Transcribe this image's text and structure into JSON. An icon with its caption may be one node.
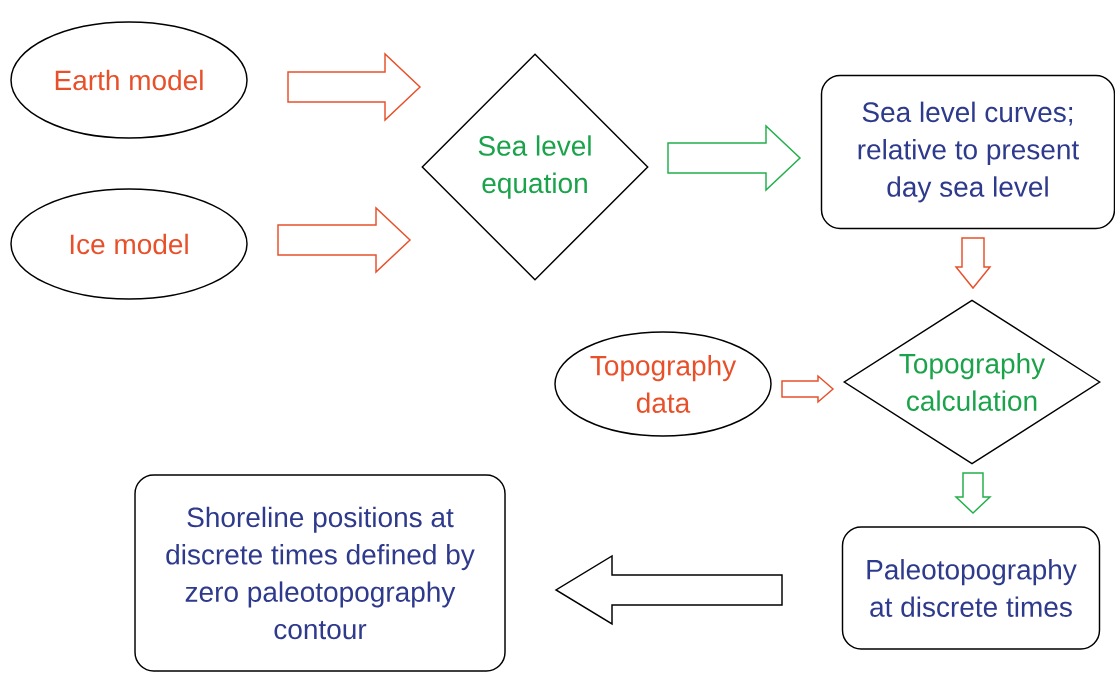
{
  "diagram": {
    "nodes": [
      {
        "text": [
          "Earth model"
        ]
      },
      {
        "text": [
          "Ice model"
        ]
      },
      {
        "text": [
          "Sea level equation"
        ]
      },
      {
        "text": [
          "Sea level curves; relative to present day sea level"
        ]
      },
      {
        "text": [
          "Topography data"
        ]
      },
      {
        "text": [
          "Topography calculation"
        ]
      },
      {
        "text": [
          "Paleotopography at discrete times"
        ]
      },
      {
        "text": [
          "Shoreline positions at discrete times defined by zero paleotopography contour"
        ]
      }
    ],
    "edges": [
      {
        "from": 0,
        "to": 2,
        "arrow": "to"
      },
      {
        "from": 1,
        "to": 2,
        "arrow": "to"
      },
      {
        "from": 2,
        "to": 3,
        "arrow": "to",
        "color": "#22b04b"
      },
      {
        "from": 3,
        "to": 5,
        "arrow": "to"
      },
      {
        "from": 4,
        "to": 5,
        "arrow": "to"
      },
      {
        "from": 5,
        "to": 6,
        "arrow": "to",
        "color": "#22b04b"
      },
      {
        "from": 6,
        "to": 7,
        "arrow": "to",
        "color": "#000000"
      }
    ]
  }
}
